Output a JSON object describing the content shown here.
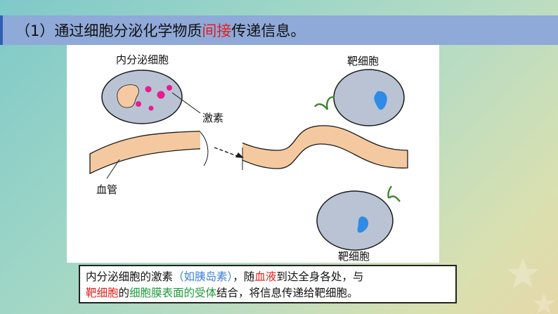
{
  "header": {
    "title_prefix": "（1）通过细胞分泌化学物质",
    "title_highlight": "间接",
    "title_suffix": "传递信息。"
  },
  "diagram": {
    "label_endocrine_cell": "内分泌细胞",
    "label_target_cell_top": "靶细胞",
    "label_target_cell_bottom": "靶细胞",
    "label_hormone": "激素",
    "label_blood_vessel": "血管"
  },
  "caption": {
    "part1": "内分泌细胞的激素",
    "part2": "（如胰岛素）",
    "part3": "，随",
    "part4": "血液",
    "part5": "到达全身各处，与",
    "part6": "靶细胞",
    "part7": "的",
    "part8": "细胞膜表面的受体",
    "part9": "结合，将信息传递给靶细胞。"
  },
  "colors": {
    "cell_fill": "#b9c3d4",
    "cell_stroke": "#1a1a1a",
    "vessel_fill": "#f5c9a0",
    "hormone_dot": "#e81c8e",
    "nucleus_endocrine": "#f7c9a2",
    "nucleus_target": "#2f8be6",
    "receptor": "#3a8a2e"
  }
}
